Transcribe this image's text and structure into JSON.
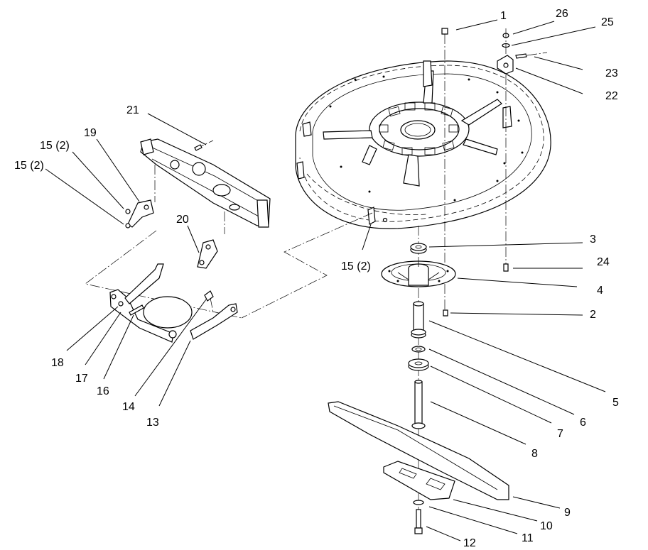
{
  "callouts": {
    "c1": "1",
    "c2": "2",
    "c3": "3",
    "c4": "4",
    "c5": "5",
    "c6": "6",
    "c7": "7",
    "c8": "8",
    "c9": "9",
    "c10": "10",
    "c11": "11",
    "c12": "12",
    "c13": "13",
    "c14": "14",
    "c15a": "15 (2)",
    "c15b": "15 (2)",
    "c15c": "15 (2)",
    "c16": "16",
    "c17": "17",
    "c18": "18",
    "c19": "19",
    "c20": "20",
    "c21": "21",
    "c22": "22",
    "c23": "23",
    "c24": "24",
    "c25": "25",
    "c26": "26"
  }
}
